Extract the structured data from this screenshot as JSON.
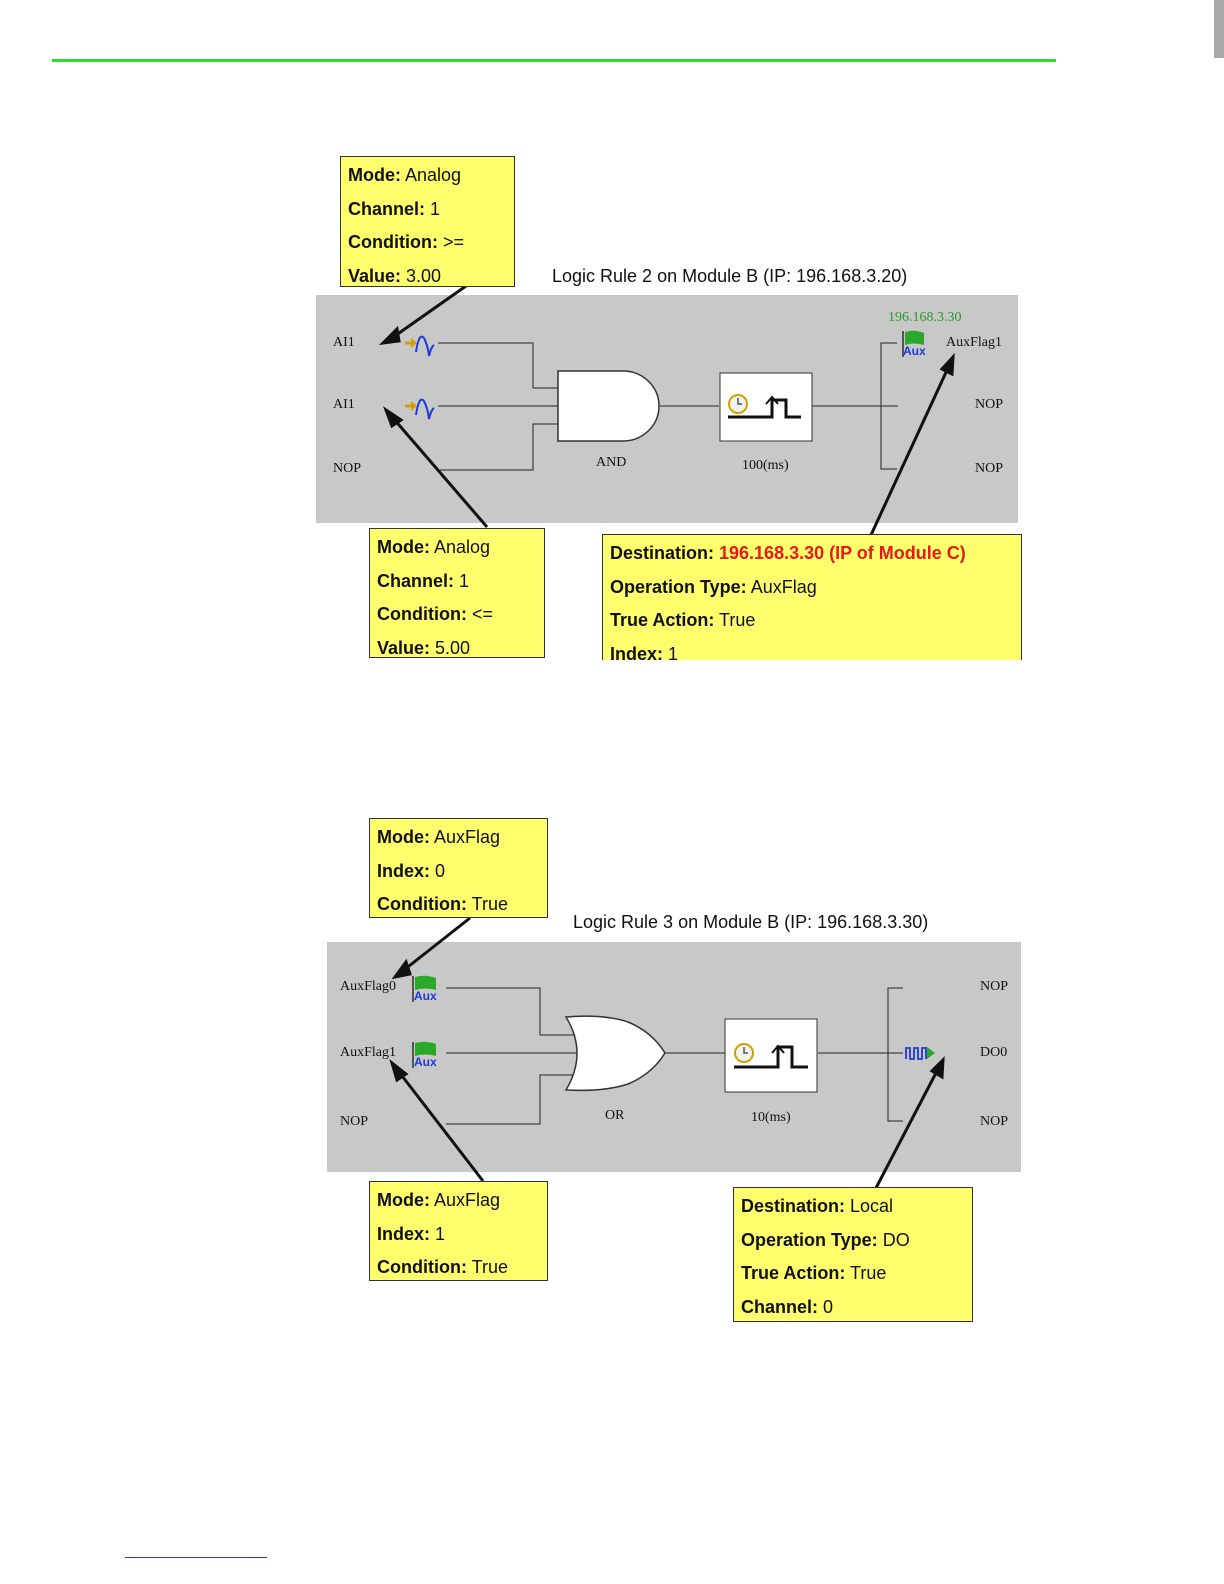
{
  "diagram1": {
    "title": "Logic Rule 2 on Module B (IP: 196.168.3.20)",
    "inputs": [
      "AI1",
      "AI1",
      "NOP"
    ],
    "gate": "AND",
    "timer": "100(ms)",
    "dest_ip": "196.168.3.30",
    "aux_icon_label": "Aux",
    "outputs": [
      "AuxFlag1",
      "NOP",
      "NOP"
    ],
    "note_top": [
      {
        "key": "Mode:",
        "value": " Analog"
      },
      {
        "key": "Channel:",
        "value": " 1"
      },
      {
        "key": "Condition:",
        "value": " >="
      },
      {
        "key": "Value:",
        "value": " 3.00"
      }
    ],
    "note_bottom": [
      {
        "key": "Mode:",
        "value": " Analog"
      },
      {
        "key": "Channel:",
        "value": " 1"
      },
      {
        "key": "Condition:",
        "value": " <="
      },
      {
        "key": "Value:",
        "value": " 5.00"
      }
    ],
    "note_dest": {
      "dest_key": "Destination:",
      "dest_value": " 196.168.3.30 (IP of Module C)",
      "rows": [
        {
          "key": "Operation Type:",
          "value": " AuxFlag"
        },
        {
          "key": "True Action:",
          "value": " True"
        },
        {
          "key": "Index:",
          "value": " 1"
        }
      ]
    }
  },
  "diagram2": {
    "title": "Logic Rule 3 on Module B (IP: 196.168.3.30)",
    "inputs": [
      "AuxFlag0",
      "AuxFlag1",
      "NOP"
    ],
    "aux_icon_label": "Aux",
    "gate": "OR",
    "timer": "10(ms)",
    "outputs": [
      "NOP",
      "DO0",
      "NOP"
    ],
    "note_top": [
      {
        "key": "Mode:",
        "value": " AuxFlag"
      },
      {
        "key": "Index:",
        "value": " 0"
      },
      {
        "key": "Condition:",
        "value": " True"
      }
    ],
    "note_bottom": [
      {
        "key": "Mode:",
        "value": " AuxFlag"
      },
      {
        "key": "Index:",
        "value": " 1"
      },
      {
        "key": "Condition:",
        "value": " True"
      }
    ],
    "note_dest": [
      {
        "key": "Destination:",
        "value": " Local"
      },
      {
        "key": "Operation Type:",
        "value": " DO"
      },
      {
        "key": "True Action:",
        "value": " True"
      },
      {
        "key": "Channel:",
        "value": " 0"
      }
    ]
  },
  "colors": {
    "accent_line": "#32d732",
    "note_bg": "#ffff6e",
    "panel_bg": "#c8c8c8",
    "highlight": "#e51b1b"
  }
}
